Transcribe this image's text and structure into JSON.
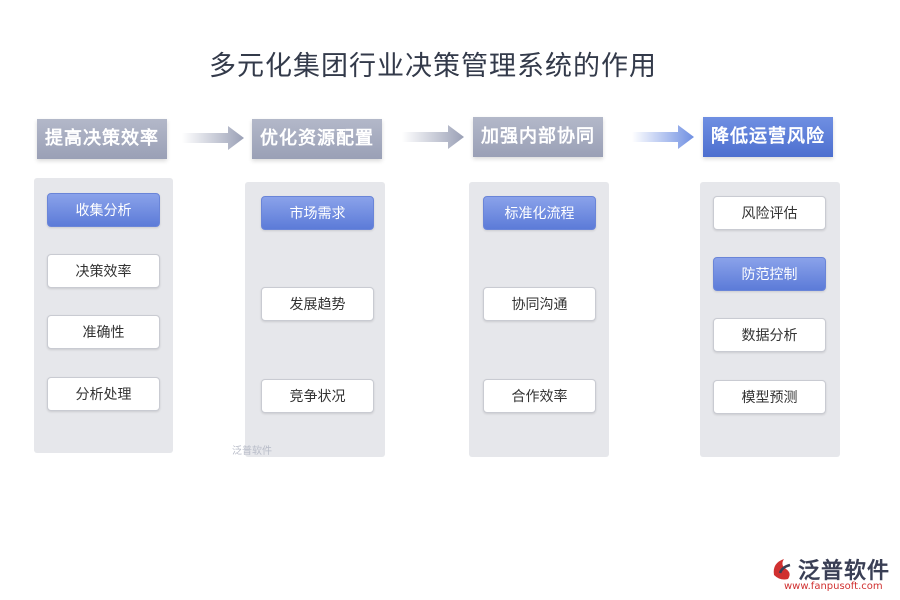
{
  "title": "多元化集团行业决策管理系统的作用",
  "columns": [
    {
      "header": "提高决策效率",
      "style": "gray",
      "items": [
        {
          "label": "收集分析",
          "active": true
        },
        {
          "label": "决策效率",
          "active": false
        },
        {
          "label": "准确性",
          "active": false
        },
        {
          "label": "分析处理",
          "active": false
        }
      ]
    },
    {
      "header": "优化资源配置",
      "style": "gray",
      "items": [
        {
          "label": "市场需求",
          "active": true
        },
        {
          "label": "发展趋势",
          "active": false
        },
        {
          "label": "竞争状况",
          "active": false
        }
      ]
    },
    {
      "header": "加强内部协同",
      "style": "gray",
      "items": [
        {
          "label": "标准化流程",
          "active": true
        },
        {
          "label": "协同沟通",
          "active": false
        },
        {
          "label": "合作效率",
          "active": false
        }
      ]
    },
    {
      "header": "降低运营风险",
      "style": "blue",
      "items": [
        {
          "label": "风险评估",
          "active": false
        },
        {
          "label": "防范控制",
          "active": true
        },
        {
          "label": "数据分析",
          "active": false
        },
        {
          "label": "模型预测",
          "active": false
        }
      ]
    }
  ],
  "watermark_small": "泛普软件",
  "logo": {
    "name": "泛普软件",
    "url": "www.fanpusoft.com"
  },
  "colors": {
    "accent": "#5c7bd8",
    "header_gray": "#9aa0b6",
    "logo_red": "#d03030"
  }
}
